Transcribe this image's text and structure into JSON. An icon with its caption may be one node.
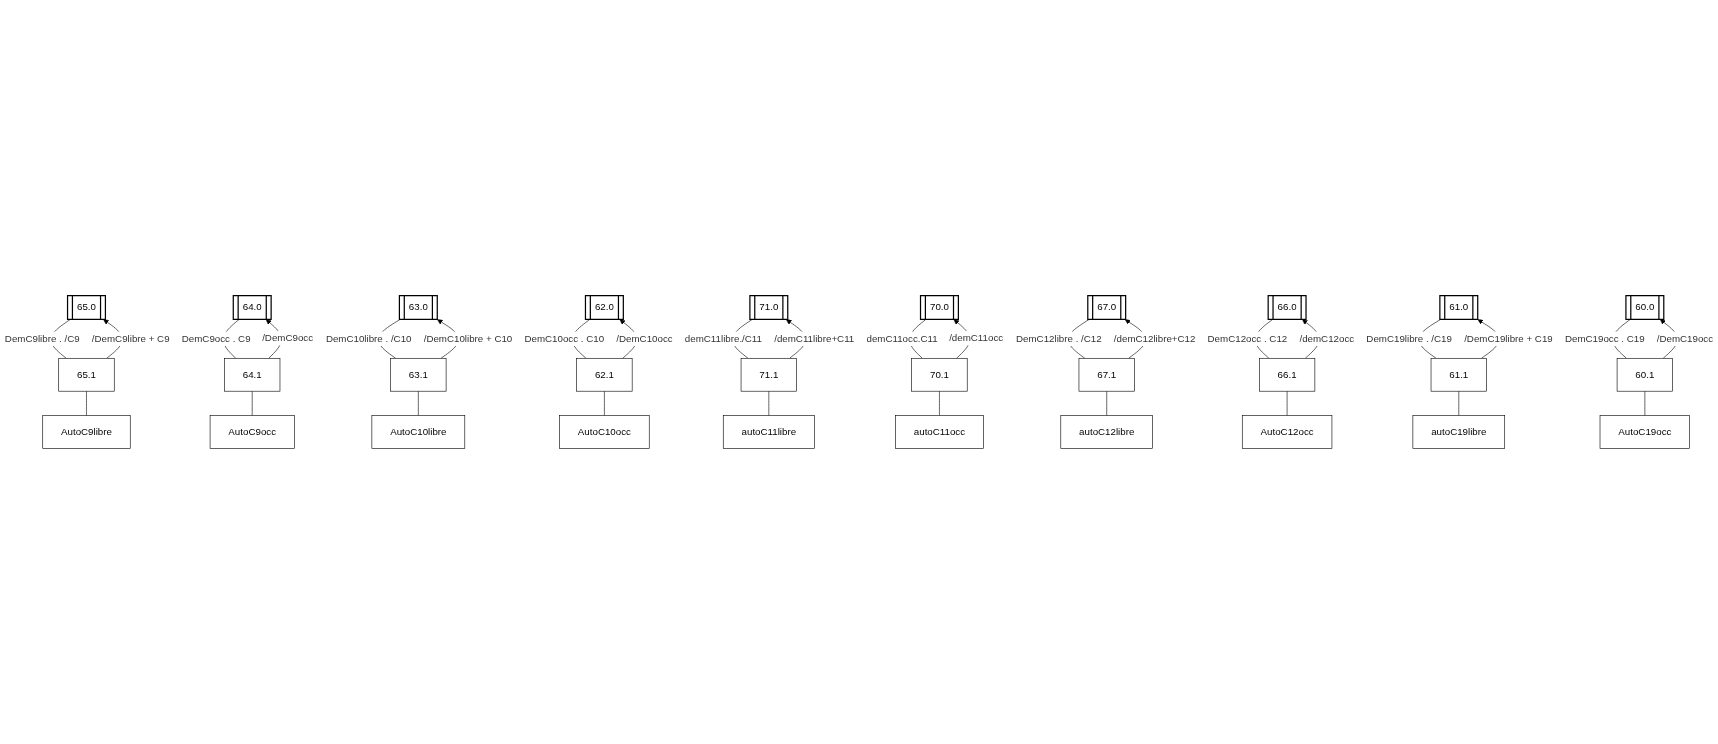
{
  "diagram": {
    "nodes": [
      {
        "text": [
          "65.0"
        ]
      },
      {
        "text": [
          "65.1"
        ]
      },
      {
        "text": [
          "AutoC9libre"
        ]
      },
      {
        "text": [
          "64.0"
        ]
      },
      {
        "text": [
          "64.1"
        ]
      },
      {
        "text": [
          "AutoC9occ"
        ]
      },
      {
        "text": [
          "63.0"
        ]
      },
      {
        "text": [
          "63.1"
        ]
      },
      {
        "text": [
          "AutoC10libre"
        ]
      },
      {
        "text": [
          "62.0"
        ]
      },
      {
        "text": [
          "62.1"
        ]
      },
      {
        "text": [
          "AutoC10occ"
        ]
      },
      {
        "text": [
          "71.0"
        ]
      },
      {
        "text": [
          "71.1"
        ]
      },
      {
        "text": [
          "autoC11libre"
        ]
      },
      {
        "text": [
          "70.0"
        ]
      },
      {
        "text": [
          "70.1"
        ]
      },
      {
        "text": [
          "autoC11occ"
        ]
      },
      {
        "text": [
          "67.0"
        ]
      },
      {
        "text": [
          "67.1"
        ]
      },
      {
        "text": [
          "autoC12libre"
        ]
      },
      {
        "text": [
          "66.0"
        ]
      },
      {
        "text": [
          "66.1"
        ]
      },
      {
        "text": [
          "AutoC12occ"
        ]
      },
      {
        "text": [
          "61.0"
        ]
      },
      {
        "text": [
          "61.1"
        ]
      },
      {
        "text": [
          "autoC19libre"
        ]
      },
      {
        "text": [
          "60.0"
        ]
      },
      {
        "text": [
          "60.1"
        ]
      },
      {
        "text": [
          "AutoC19occ"
        ]
      }
    ],
    "edges": [
      {
        "from": 0,
        "to": 1,
        "arrow": "none",
        "label": "DemC9libre . /C9"
      },
      {
        "from": 1,
        "to": 2,
        "arrow": "none"
      },
      {
        "from": 1,
        "to": 0,
        "arrow": "to",
        "label": "/DemC9libre + C9"
      },
      {
        "from": 3,
        "to": 4,
        "arrow": "none",
        "label": "DemC9occ . C9"
      },
      {
        "from": 4,
        "to": 5,
        "arrow": "none"
      },
      {
        "from": 4,
        "to": 3,
        "arrow": "to",
        "label": "/DemC9occ"
      },
      {
        "from": 6,
        "to": 7,
        "arrow": "none",
        "label": "DemC10libre . /C10"
      },
      {
        "from": 7,
        "to": 8,
        "arrow": "none"
      },
      {
        "from": 7,
        "to": 6,
        "arrow": "to",
        "label": "/DemC10libre + C10"
      },
      {
        "from": 9,
        "to": 10,
        "arrow": "none",
        "label": "DemC10occ . C10"
      },
      {
        "from": 10,
        "to": 11,
        "arrow": "none"
      },
      {
        "from": 10,
        "to": 9,
        "arrow": "to",
        "label": "/DemC10occ"
      },
      {
        "from": 12,
        "to": 13,
        "arrow": "none",
        "label": "demC11libre./C11"
      },
      {
        "from": 13,
        "to": 14,
        "arrow": "none"
      },
      {
        "from": 13,
        "to": 12,
        "arrow": "to",
        "label": "/demC11libre+C11"
      },
      {
        "from": 15,
        "to": 16,
        "arrow": "none",
        "label": "demC11occ.C11"
      },
      {
        "from": 16,
        "to": 17,
        "arrow": "none"
      },
      {
        "from": 16,
        "to": 15,
        "arrow": "to",
        "label": "/demC11occ"
      },
      {
        "from": 18,
        "to": 19,
        "arrow": "none",
        "label": "DemC12libre . /C12"
      },
      {
        "from": 19,
        "to": 20,
        "arrow": "none"
      },
      {
        "from": 19,
        "to": 18,
        "arrow": "to",
        "label": "/demC12libre+C12"
      },
      {
        "from": 21,
        "to": 22,
        "arrow": "none",
        "label": "DemC12occ . C12"
      },
      {
        "from": 22,
        "to": 23,
        "arrow": "none"
      },
      {
        "from": 22,
        "to": 21,
        "arrow": "to",
        "label": "/demC12occ"
      },
      {
        "from": 24,
        "to": 25,
        "arrow": "none",
        "label": "DemC19libre . /C19"
      },
      {
        "from": 25,
        "to": 26,
        "arrow": "none"
      },
      {
        "from": 25,
        "to": 24,
        "arrow": "to",
        "label": "/DemC19libre + C19"
      },
      {
        "from": 27,
        "to": 28,
        "arrow": "none",
        "label": "DemC19occ . C19"
      },
      {
        "from": 28,
        "to": 29,
        "arrow": "none"
      },
      {
        "from": 28,
        "to": 27,
        "arrow": "to",
        "label": "/DemC19occ"
      }
    ]
  }
}
